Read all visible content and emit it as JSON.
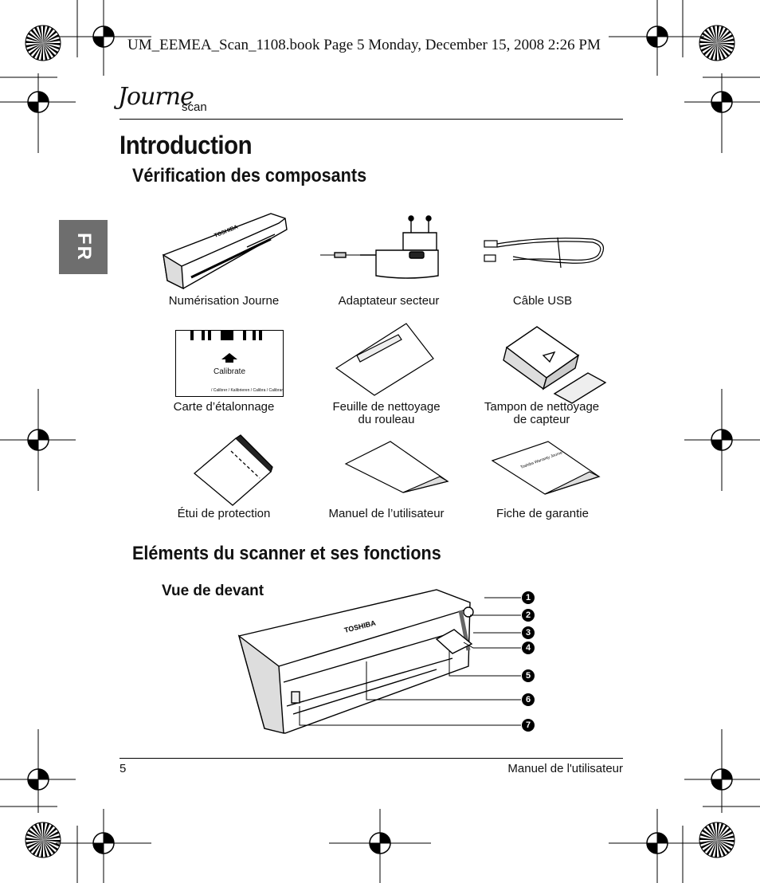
{
  "header": {
    "book_line": "UM_EEMEA_Scan_1108.book  Page 5  Monday, December 15, 2008  2:26 PM"
  },
  "brand": {
    "logo_script": "Journe",
    "logo_word": "scan"
  },
  "language_tab": "FR",
  "page": {
    "title": "Introduction",
    "section1_title": "Vérification des composants",
    "section2_title": "Eléments du scanner et ses fonctions",
    "subsection_title": "Vue de devant"
  },
  "components": [
    {
      "caption": "Numérisation Journe",
      "icon": "scanner-icon"
    },
    {
      "caption": "Adaptateur secteur",
      "icon": "power-adapter-icon"
    },
    {
      "caption": "Câble USB",
      "icon": "usb-cable-icon"
    },
    {
      "caption": "Carte d’étalonnage",
      "icon": "calibration-card-icon"
    },
    {
      "caption": "Feuille de nettoyage\ndu rouleau",
      "icon": "cleaning-sheet-icon"
    },
    {
      "caption": "Tampon de nettoyage\nde capteur",
      "icon": "cleaning-pad-icon"
    },
    {
      "caption": "Étui de protection",
      "icon": "protective-sleeve-icon"
    },
    {
      "caption": "Manuel de l’utilisateur",
      "icon": "user-manual-icon"
    },
    {
      "caption": "Fiche de garantie",
      "icon": "warranty-card-icon"
    }
  ],
  "calibration_card": {
    "label": "Calibrate",
    "fine_print": "/ Calibrer / Kalibrieren / Calibra / Calibrar"
  },
  "warranty_sheet_text": "Toshiba Warranty Journe",
  "scanner_brand": "TOSHIBA",
  "front_view_callouts": [
    "1",
    "2",
    "3",
    "4",
    "5",
    "6",
    "7"
  ],
  "footer": {
    "page_number": "5",
    "manual_name": "Manuel de l'utilisateur"
  }
}
